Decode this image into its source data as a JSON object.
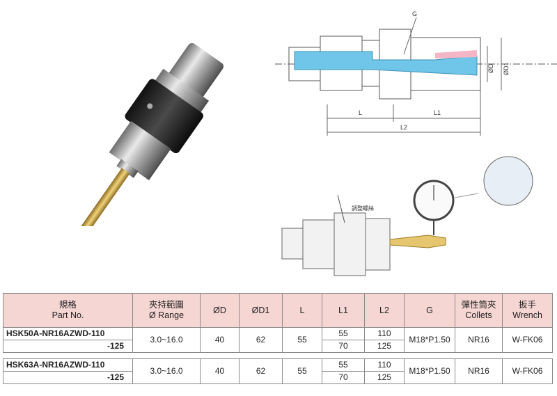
{
  "drawing": {
    "g_label": "G",
    "od_label": "ØD",
    "od1_label": "ØD1",
    "l_label": "L",
    "l1_label": "L1",
    "l2_label": "L2",
    "adjust_screw_label": "調整螺絲"
  },
  "table": {
    "headers": [
      {
        "zh": "規格",
        "en": "Part No."
      },
      {
        "zh": "夾持範圍",
        "en": "Ø Range"
      },
      {
        "zh": "",
        "en": "ØD"
      },
      {
        "zh": "",
        "en": "ØD1"
      },
      {
        "zh": "",
        "en": "L"
      },
      {
        "zh": "",
        "en": "L1"
      },
      {
        "zh": "",
        "en": "L2"
      },
      {
        "zh": "",
        "en": "G"
      },
      {
        "zh": "彈性筒夾",
        "en": "Collets"
      },
      {
        "zh": "扳手",
        "en": "Wrench"
      }
    ],
    "groups": [
      {
        "part": "HSK50A-NR16AZWD-110",
        "part_suffix": "-125",
        "range": "3.0~16.0",
        "od": "40",
        "od1": "62",
        "l": "55",
        "l1": [
          "55",
          "70"
        ],
        "l2": [
          "110",
          "125"
        ],
        "g": "M18*P1.50",
        "collets": "NR16",
        "wrench": "W-FK06"
      },
      {
        "part": "HSK63A-NR16AZWD-110",
        "part_suffix": "-125",
        "range": "3.0~16.0",
        "od": "40",
        "od1": "62",
        "l": "55",
        "l1": [
          "55",
          "70"
        ],
        "l2": [
          "110",
          "125"
        ],
        "g": "M18*P1.50",
        "collets": "NR16",
        "wrench": "W-FK06"
      }
    ]
  }
}
